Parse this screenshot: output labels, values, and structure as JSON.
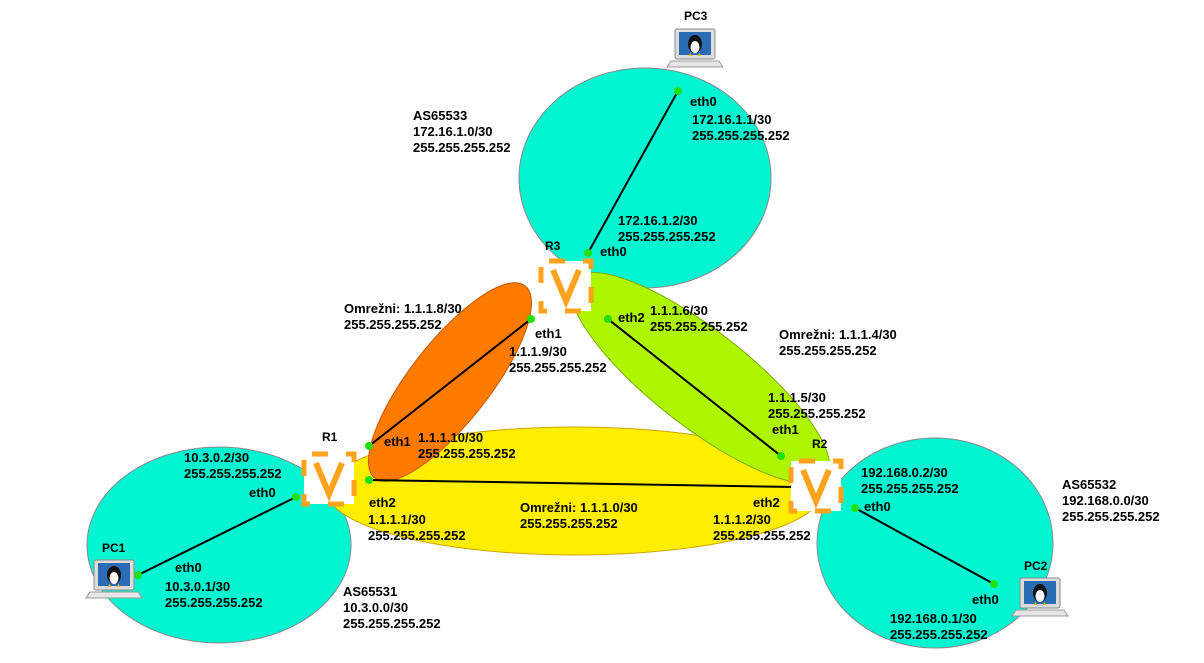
{
  "colors": {
    "as_zone": "#00f5d0",
    "link_r1_r3": "#ff7b00",
    "link_r3_r2": "#aef500",
    "link_r1_r2": "#ffee00",
    "router_orange": "#ffa21c",
    "port_dot": "#22e00a",
    "pc_blue": "#2b6db5"
  },
  "nodes": {
    "r1": {
      "name": "R1",
      "glyph": "V"
    },
    "r2": {
      "name": "R2",
      "glyph": "V"
    },
    "r3": {
      "name": "R3",
      "glyph": "V"
    },
    "pc1": {
      "name": "PC1",
      "icon": "linux-laptop-icon"
    },
    "pc2": {
      "name": "PC2",
      "icon": "linux-laptop-icon"
    },
    "pc3": {
      "name": "PC3",
      "icon": "linux-laptop-icon"
    }
  },
  "as_zones": {
    "as65533": {
      "name": "AS65533",
      "net": "172.16.1.0/30",
      "mask": "255.255.255.252"
    },
    "as65531": {
      "name": "AS65531",
      "net": "10.3.0.0/30",
      "mask": "255.255.255.252"
    },
    "as65532": {
      "name": "AS65532",
      "net": "192.168.0.0/30",
      "mask": "255.255.255.252"
    }
  },
  "links": {
    "r1_r3": {
      "net": "Omrežni: 1.1.1.8/30",
      "mask": "255.255.255.252"
    },
    "r3_r2": {
      "net": "Omrežni: 1.1.1.4/30",
      "mask": "255.255.255.252"
    },
    "r1_r2": {
      "net": "Omrežni: 1.1.1.0/30",
      "mask": "255.255.255.252"
    }
  },
  "interfaces": {
    "pc3_eth0": {
      "name": "eth0",
      "ip": "172.16.1.1/30",
      "mask": "255.255.255.252"
    },
    "r3_eth0": {
      "name": "eth0",
      "ip": "172.16.1.2/30",
      "mask": "255.255.255.252"
    },
    "r3_eth1": {
      "name": "eth1",
      "ip": "1.1.1.9/30",
      "mask": "255.255.255.252"
    },
    "r3_eth2": {
      "name": "eth2",
      "ip": "1.1.1.6/30",
      "mask": "255.255.255.252"
    },
    "r2_eth1": {
      "name": "eth1",
      "ip": "1.1.1.5/30",
      "mask": "255.255.255.252"
    },
    "r1_eth1": {
      "name": "eth1",
      "ip": "1.1.1.10/30",
      "mask": "255.255.255.252"
    },
    "r1_eth0": {
      "name": "eth0",
      "ip": "10.3.0.2/30",
      "mask": "255.255.255.252"
    },
    "r1_eth2": {
      "name": "eth2",
      "ip": "1.1.1.1/30",
      "mask": "255.255.255.252"
    },
    "r2_eth2": {
      "name": "eth2",
      "ip": "1.1.1.2/30",
      "mask": "255.255.255.252"
    },
    "r2_eth0": {
      "name": "eth0",
      "ip": "192.168.0.2/30",
      "mask": "255.255.255.252"
    },
    "pc1_eth0": {
      "name": "eth0",
      "ip": "10.3.0.1/30",
      "mask": "255.255.255.252"
    },
    "pc2_eth0": {
      "name": "eth0",
      "ip": "192.168.0.1/30",
      "mask": "255.255.255.252"
    }
  }
}
